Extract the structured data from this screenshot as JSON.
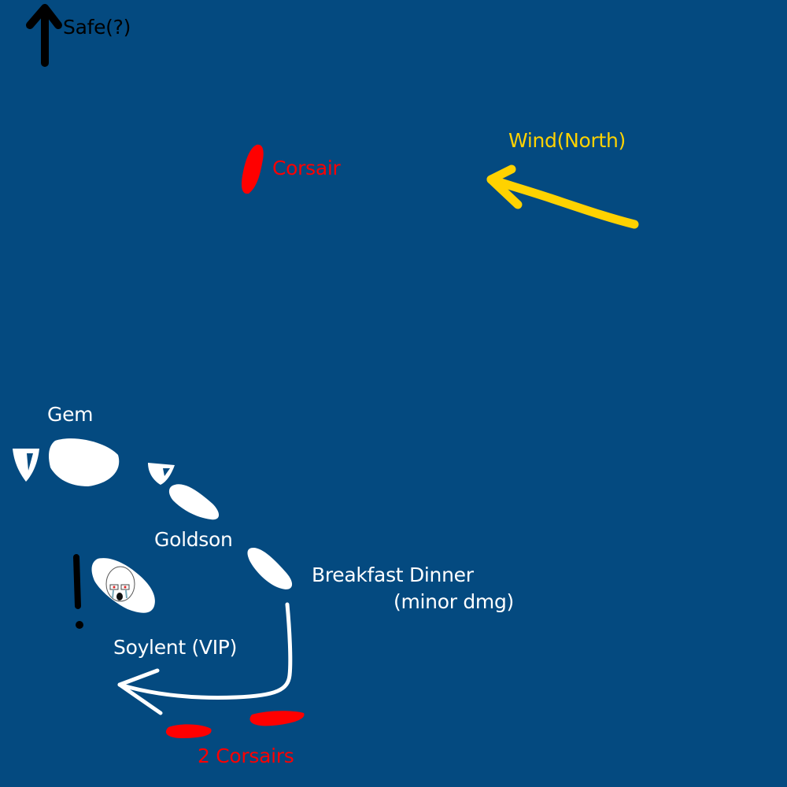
{
  "colors": {
    "sea": "#044A80",
    "enemy": "#FF0000",
    "wind": "#FFD200",
    "ally": "#FFFFFF",
    "north_marker": "#000000"
  },
  "labels": {
    "safe": "Safe(?)",
    "corsair_single": "Corsair",
    "wind": "Wind(North)",
    "gem": "Gem",
    "goldson": "Goldson",
    "breakfast_dinner": "Breakfast Dinner",
    "breakfast_dinner_status": "(minor dmg)",
    "soylent": "Soylent (VIP)",
    "corsairs_pair": "2 Corsairs"
  },
  "markers": {
    "alert_symbol": "!",
    "icons": [
      "north-arrow-icon",
      "wind-arrow-icon",
      "route-arrow-icon",
      "crying-face-icon"
    ]
  }
}
